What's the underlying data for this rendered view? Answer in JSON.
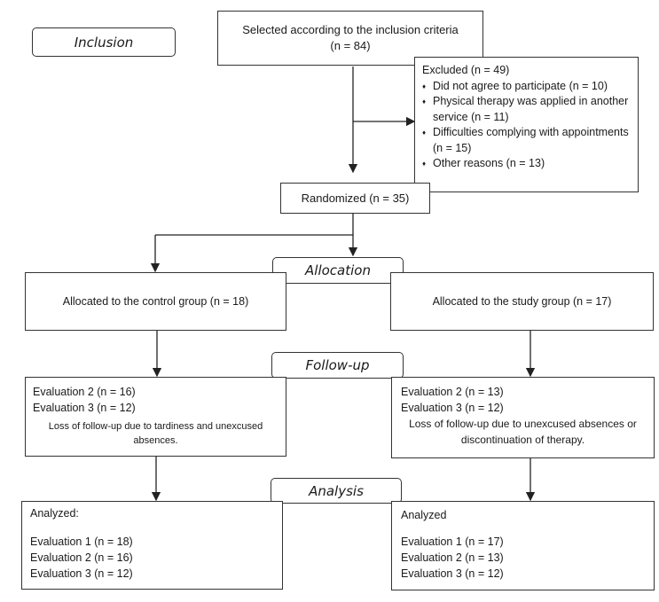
{
  "labels": {
    "inclusion": "Inclusion",
    "allocation": "Allocation",
    "followup": "Follow-up",
    "analysis": "Analysis"
  },
  "selected": {
    "line1": "Selected according to the inclusion criteria",
    "line2": "(n = 84)"
  },
  "excluded": {
    "title": "Excluded (n = 49)",
    "bullet_glyph": "♦",
    "items": [
      "Did not agree to participate (n = 10)",
      "Physical therapy was applied in another service (n = 11)",
      "Difficulties complying with appointments (n = 15)",
      "Other reasons (n = 13)"
    ]
  },
  "randomized": "Randomized (n = 35)",
  "allocation": {
    "control": "Allocated to the control group (n = 18)",
    "study": "Allocated to the study group (n = 17)"
  },
  "followup": {
    "control": {
      "eval2": "Evaluation 2 (n = 16)",
      "eval3": "Evaluation 3 (n = 12)",
      "loss": "Loss of follow-up due to tardiness and unexcused absences."
    },
    "study": {
      "eval2": "Evaluation 2 (n = 13)",
      "eval3": "Evaluation 3 (n = 12)",
      "loss": "Loss of follow-up due to unexcused absences or discontinuation of therapy."
    }
  },
  "analysis": {
    "control": {
      "title": "Analyzed:",
      "eval1": "Evaluation 1 (n = 18)",
      "eval2": "Evaluation 2 (n = 16)",
      "eval3": "Evaluation 3 (n = 12)"
    },
    "study": {
      "title": "Analyzed",
      "eval1": "Evaluation 1 (n = 17)",
      "eval2": "Evaluation 2 (n = 13)",
      "eval3": "Evaluation 3 (n = 12)"
    }
  }
}
